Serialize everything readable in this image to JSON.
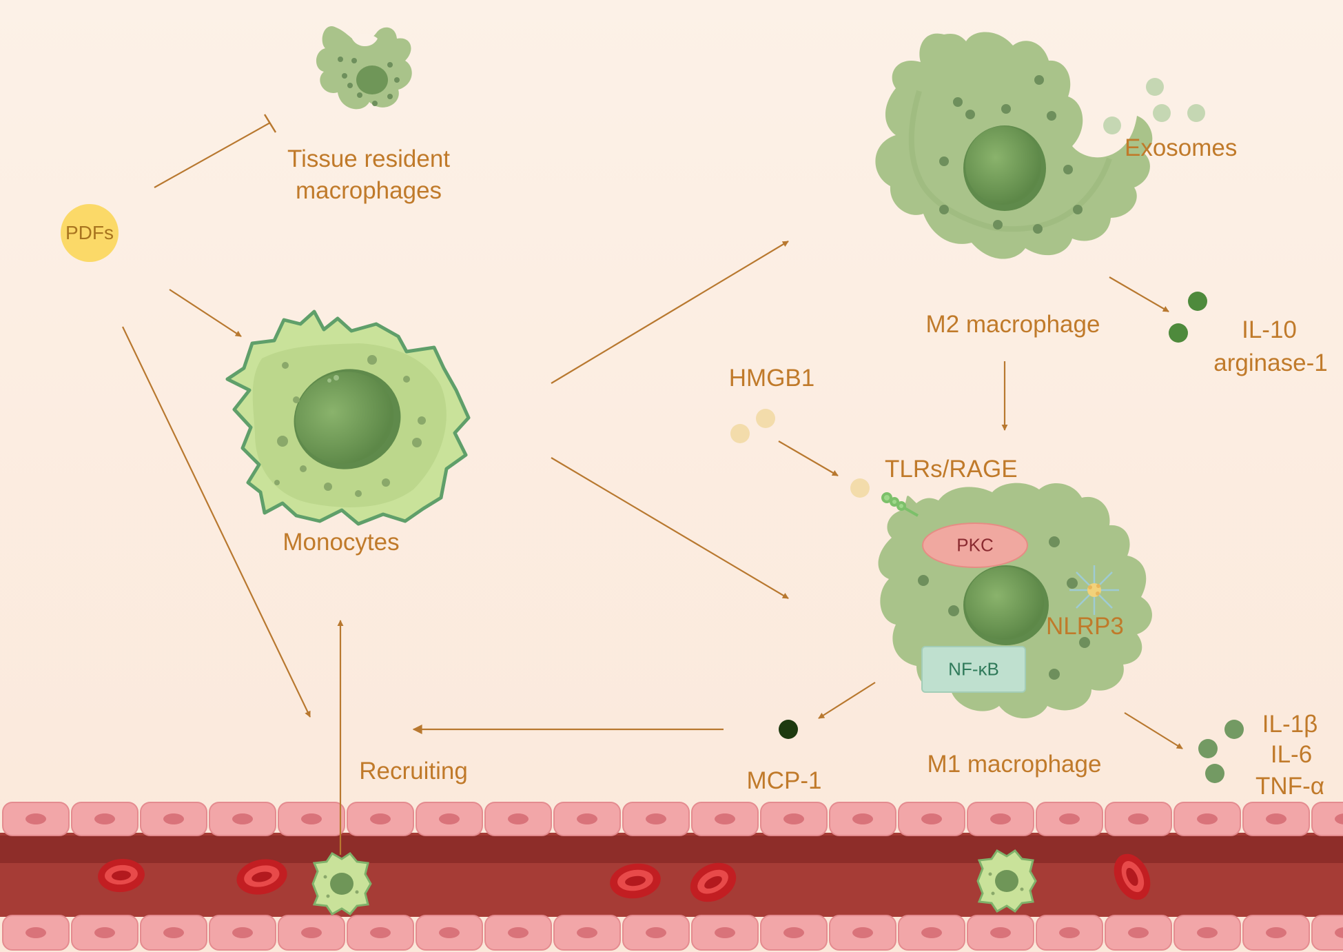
{
  "labels": {
    "pdfs": "PDFs",
    "tissue_resident_1": "Tissue resident",
    "tissue_resident_2": "macrophages",
    "monocytes": "Monocytes",
    "m2_macrophage": "M2 macrophage",
    "exosomes": "Exosomes",
    "il10": "IL-10",
    "arginase": "arginase-1",
    "hmgb1": "HMGB1",
    "tlrs_rage": "TLRs/RAGE",
    "pkc": "PKC",
    "nlrp3": "NLRP3",
    "nfkb": "NF-κB",
    "m1_macrophage": "M1 macrophage",
    "il1b": "IL-1β",
    "il6": "IL-6",
    "tnfa": "TNF-α",
    "mcp1": "MCP-1",
    "recruiting": "Recruiting"
  },
  "colors": {
    "background_top": "#fcefe4",
    "background_bottom": "#fbe9dc",
    "label_text": "#c07a2a",
    "arrow": "#b8782f",
    "pdfs_circle": "#fbd968",
    "cell_body": "#a9c38a",
    "monocyte_body": "#c9e29a",
    "monocyte_outline": "#5f9f6a",
    "nucleus": "#6f9658",
    "granule": "#6e8f5c",
    "pkc_fill": "#f0a8a0",
    "pkc_text": "#8a2a30",
    "nfkb_fill": "#bfe0cf",
    "nfkb_text": "#2f7a5a",
    "mcp1_dot": "#1d3a10",
    "hmgb1_dot": "#f3dcab",
    "exosome_dot": "#c5d7b3",
    "il10_dot": "#4e8a3c",
    "m1_cytokine_dot": "#739a63",
    "endothelium": "#f0a0a3",
    "endothelial_nucleus": "#d9737a",
    "vessel_lumen": "#a63c36",
    "red_blood_cell": "#d83232"
  },
  "icons": {
    "inhibition": "inhibition-bar-icon",
    "arrow": "arrow-icon"
  }
}
